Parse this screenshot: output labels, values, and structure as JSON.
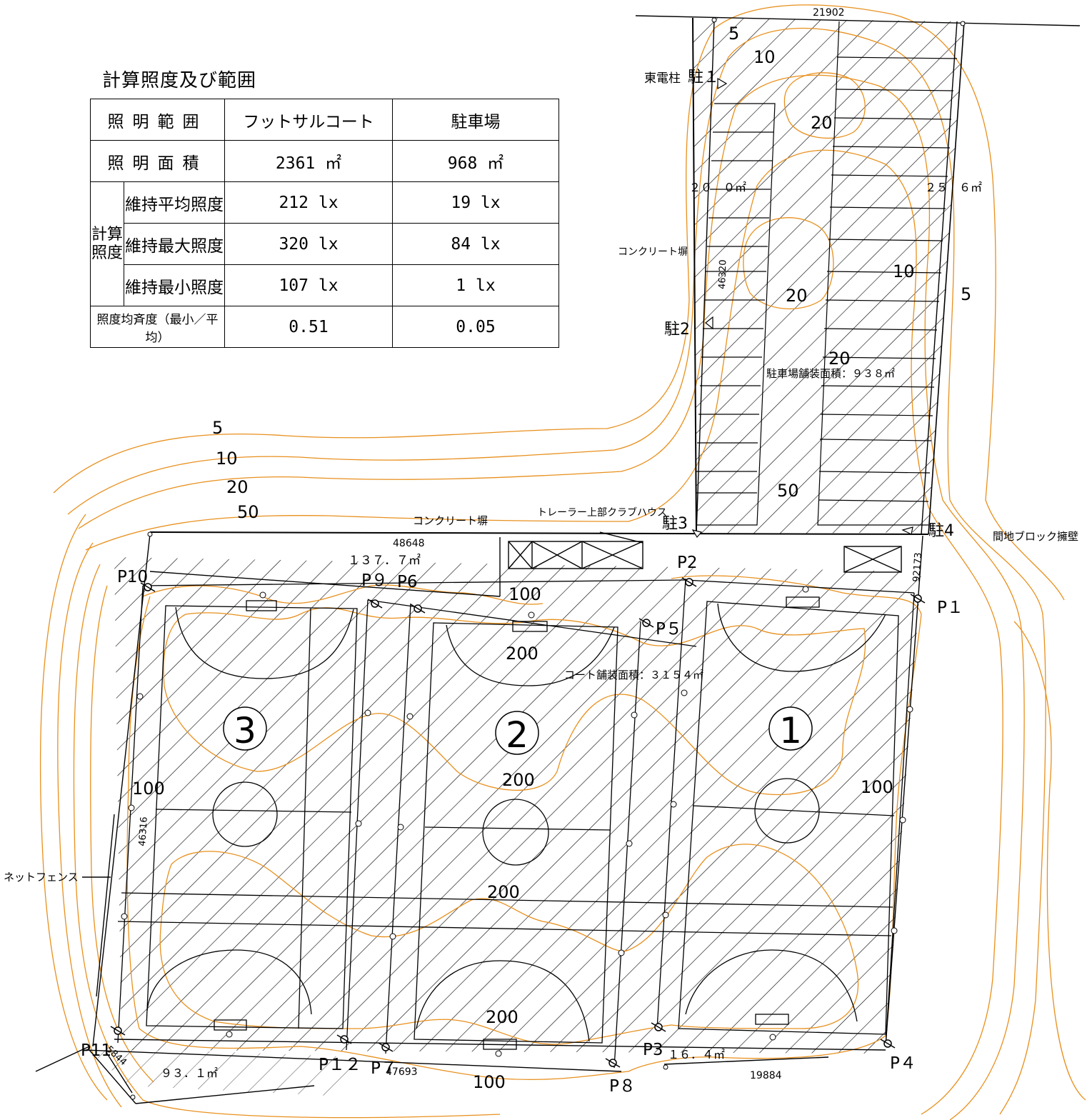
{
  "table": {
    "title": "計算照度及び範囲",
    "header": {
      "col0": "照明範囲",
      "col1": "フットサルコート",
      "col2": "駐車場"
    },
    "area": {
      "label": "照明面積",
      "court": "2361 ㎡",
      "parking": "968 ㎡"
    },
    "calc_label": "計算照度",
    "avg": {
      "label": "維持平均照度",
      "court": "212 lx",
      "parking": "19 lx"
    },
    "max": {
      "label": "維持最大照度",
      "court": "320 lx",
      "parking": "84 lx"
    },
    "min": {
      "label": "維持最小照度",
      "court": "107 lx",
      "parking": "1 lx"
    },
    "uniformity": {
      "label": "照度均斉度（最小／平均）",
      "court": "0.51",
      "parking": "0.05"
    }
  },
  "contours": {
    "c5": "5",
    "c10": "10",
    "c20": "20",
    "c50": "50",
    "c100": "100",
    "c200": "200"
  },
  "dimensions": {
    "d21902": "21902",
    "d46320": "46320",
    "d48648": "48648",
    "d46316": "46316",
    "d92173": "92173",
    "d47693": "47693",
    "d19884": "19884",
    "d5844": "5844"
  },
  "areas": {
    "a20": "２０　０㎡",
    "a25": "２５　６㎡",
    "parking_paving": "駐車場舗装面積：９３８㎡",
    "a137": "１３７．７㎡",
    "court_paving": "コート舗装面積：３１５４㎡",
    "a93": "９３．１㎡",
    "a16": "１６．４㎡"
  },
  "labels": {
    "pole": "東電柱",
    "concrete_wall": "コンクリート塀",
    "concrete_wall2": "コンクリート塀",
    "trailer": "トレーラー上部クラブハウス",
    "block_wall": "間地ブロック擁壁",
    "net_fence": "ネットフェンス"
  },
  "courts": {
    "court1": "1",
    "court2": "2",
    "court3": "3"
  },
  "parking_lights": {
    "p1": "駐１",
    "p2": "駐2",
    "p3": "駐3",
    "p4": "駐4"
  },
  "poles": {
    "P1": "P１",
    "P2": "P2",
    "P3": "P3",
    "P4": "P４",
    "P5": "P５",
    "P6": "P6",
    "P7": "P７",
    "P8": "P８",
    "P9": "P９",
    "P10": "P10",
    "P11": "P11",
    "P12": "P１２"
  },
  "colors": {
    "contour": "#e8901e",
    "line": "#000000"
  }
}
